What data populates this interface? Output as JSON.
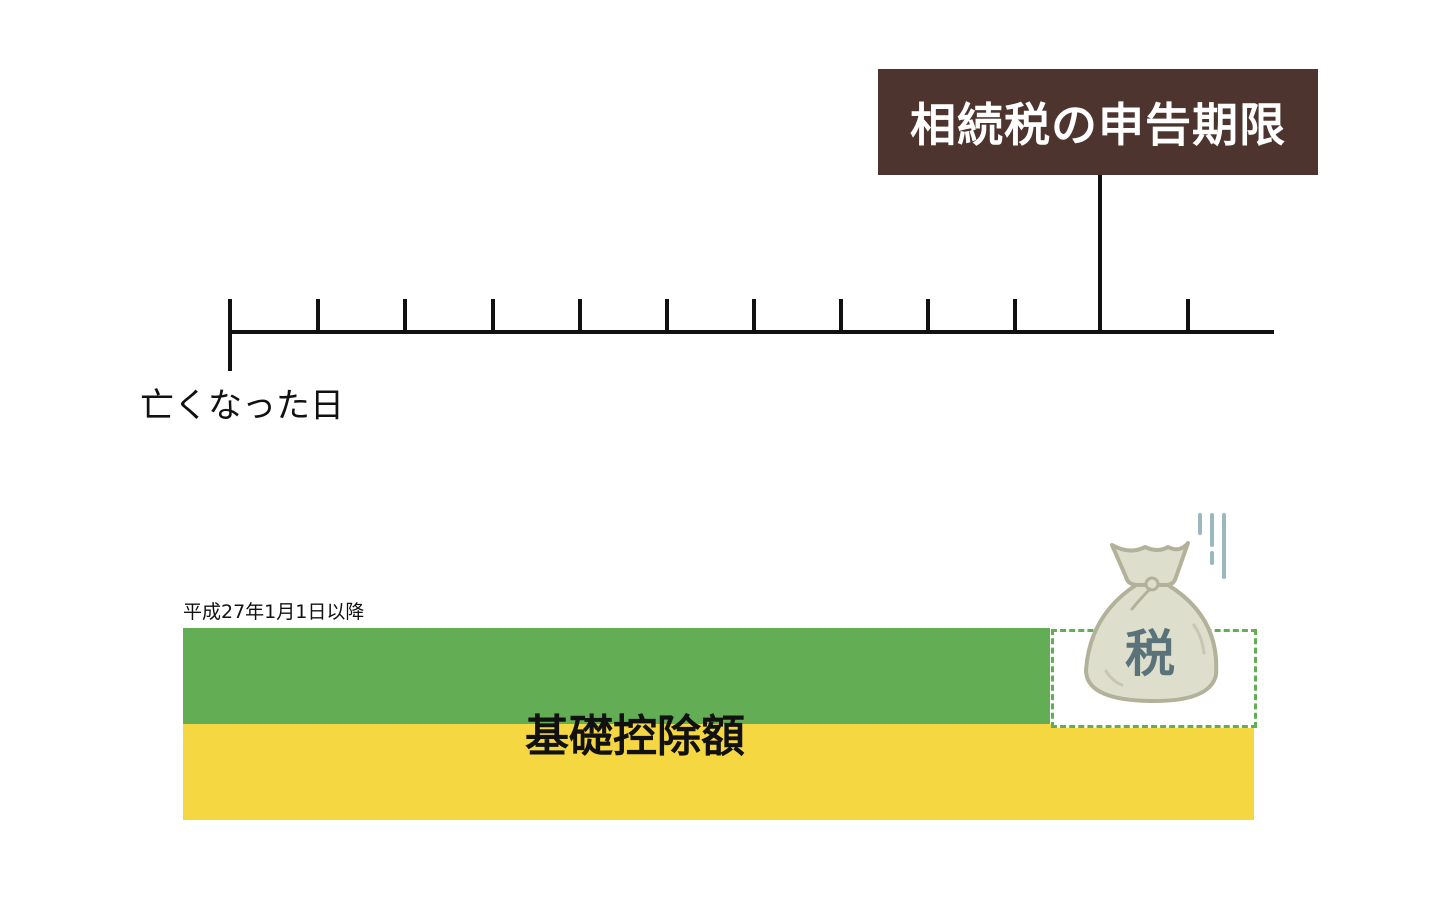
{
  "timeline": {
    "deadline_label": "相続税の申告期限",
    "start_label": "亡くなった日",
    "tick_positions": [
      230,
      318,
      405,
      493,
      580,
      667,
      754,
      841,
      928,
      1015,
      1188
    ],
    "deadline_tick_position": 1100
  },
  "bars": {
    "date_label": "平成27年1月1日以降",
    "base_deduction_label": "基礎控除額",
    "tax_bag_label": "税"
  },
  "colors": {
    "deadline_box": "#4e342e",
    "green": "#63ae55",
    "yellow": "#f5d742",
    "bag_fill": "#dedecd",
    "bag_stroke": "#b2b29a",
    "bag_text": "#5a737a",
    "motion_lines": "#9bb8c0"
  }
}
